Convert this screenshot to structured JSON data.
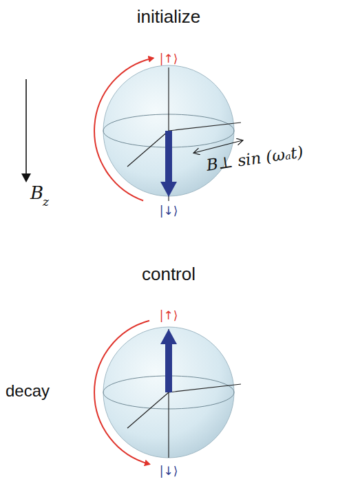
{
  "diagram": {
    "labels": [
      "initialize",
      "|↑⟩",
      "|↓⟩",
      "B",
      "z",
      "B⊥ sin (ωₐt)",
      "control",
      "|↑⟩",
      "|↓⟩",
      "decay"
    ]
  }
}
